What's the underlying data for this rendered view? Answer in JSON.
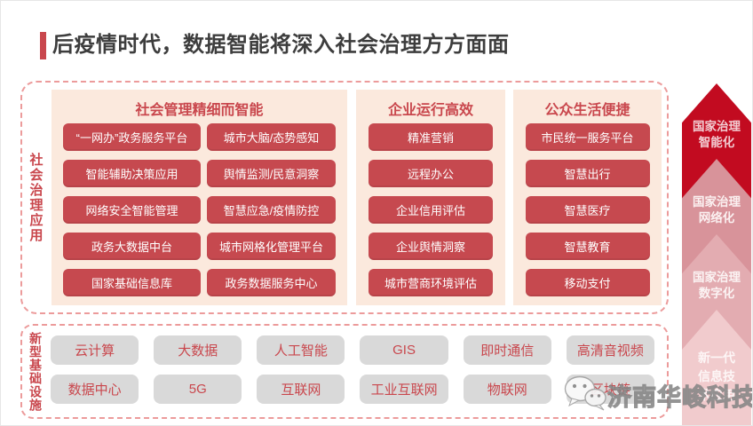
{
  "title": {
    "text": "后疫情时代，数据智能将深入社会治理方方面面"
  },
  "colors": {
    "accent_red": "#c9474d",
    "button_red": "#c6494f",
    "panel_peach": "#fbe9dd",
    "dashed_border": "#ec9b9b",
    "gray_button": "#d9d9d9",
    "title_text": "#3d3d3d",
    "ladder": [
      "#c20b20",
      "#d8939a",
      "#e3acb1",
      "#f1cbcd"
    ]
  },
  "governance": {
    "side_label": "社会治理应用",
    "groups": [
      {
        "header": "社会管理精细而智能",
        "columns": [
          [
            "“一网办”政务服务平台",
            "智能辅助决策应用",
            "网络安全智能管理",
            "政务大数据中台",
            "国家基础信息库"
          ],
          [
            "城市大脑/态势感知",
            "舆情监测/民意洞察",
            "智慧应急/疫情防控",
            "城市网格化管理平台",
            "政务数据服务中心"
          ]
        ]
      },
      {
        "header": "企业运行高效",
        "columns": [
          [
            "精准营销",
            "远程办公",
            "企业信用评估",
            "企业舆情洞察",
            "城市营商环境评估"
          ]
        ]
      },
      {
        "header": "公众生活便捷",
        "columns": [
          [
            "市民统一服务平台",
            "智慧出行",
            "智慧医疗",
            "智慧教育",
            "移动支付"
          ]
        ]
      }
    ]
  },
  "infrastructure": {
    "side_label": "新型基础设施",
    "rows": [
      [
        "云计算",
        "大数据",
        "人工智能",
        "GIS",
        "即时通信",
        "高清音视频"
      ],
      [
        "数据中心",
        "5G",
        "互联网",
        "工业互联网",
        "物联网",
        "区块链"
      ]
    ]
  },
  "ladder": {
    "steps": [
      {
        "label": "国家治理智能化",
        "lines": [
          "国家治理",
          "智能化"
        ]
      },
      {
        "label": "国家治理网络化",
        "lines": [
          "国家治理",
          "网络化"
        ]
      },
      {
        "label": "国家治理数字化",
        "lines": [
          "国家治理",
          "数字化"
        ]
      },
      {
        "label": "新一代信息技术应用",
        "lines": [
          "新一代",
          "信息技",
          "术应用"
        ]
      }
    ]
  },
  "watermark": {
    "text": "济南华峻科技",
    "icon": "wechat-icon"
  }
}
